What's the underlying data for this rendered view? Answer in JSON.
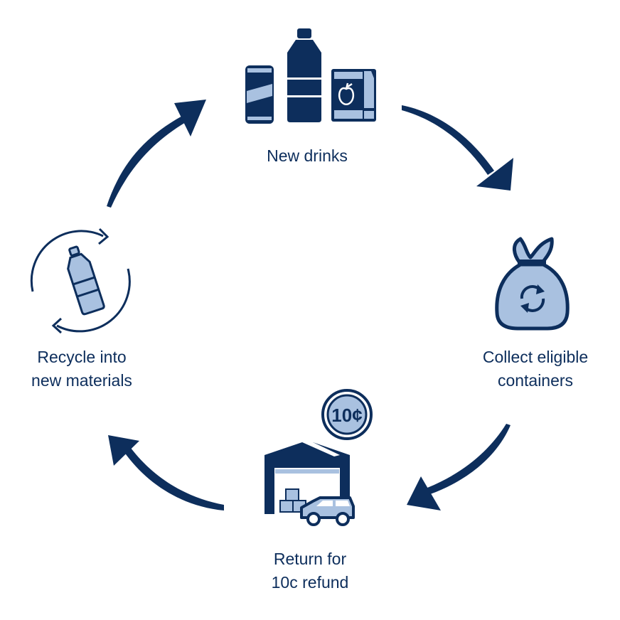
{
  "title": "Container deposit recycling cycle",
  "colors": {
    "navy": "#0d2e5c",
    "light_blue": "#a9c1e0"
  },
  "steps": [
    {
      "icon": "drink-containers-icon",
      "line1": "New drinks",
      "line2": ""
    },
    {
      "icon": "recycling-bag-icon",
      "line1": "Collect eligible",
      "line2": "containers"
    },
    {
      "icon": "depot-car-icon",
      "line1": "Return for",
      "line2": "10c refund",
      "badge": "10¢"
    },
    {
      "icon": "recycle-bottle-icon",
      "line1": "Recycle into",
      "line2": "new materials"
    }
  ]
}
